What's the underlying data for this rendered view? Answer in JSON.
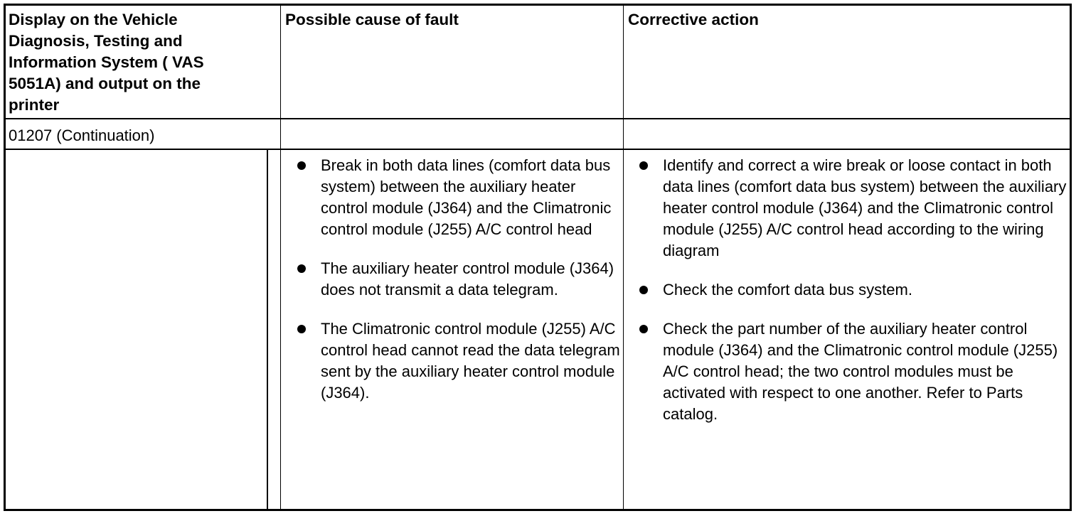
{
  "table": {
    "headers": {
      "display": "Display on the Vehicle Diagnosis, Testing and Information System ( VAS 5051A) and output on the printer",
      "cause": "Possible cause of fault",
      "action": "Corrective action"
    },
    "code_row": {
      "code": "01207 (Continuation)",
      "cause": "",
      "action": ""
    },
    "causes": [
      "Break in both data lines (comfort data bus system) between the auxiliary heater control module (J364) and the Climatronic control module (J255) A/C control head",
      "The auxiliary heater control module (J364) does not transmit a data telegram.",
      "The Climatronic control module (J255) A/C control head cannot read the data telegram sent by the auxiliary heater control module (J364)."
    ],
    "actions": [
      "Identify and correct a wire break or loose contact in both data lines (comfort data bus system) between the auxiliary heater control module (J364) and the Climatronic control module (J255) A/C control head according to the wiring diagram",
      "Check the comfort data bus system.",
      "Check the part number of the auxiliary heater control module (J364) and the Climatronic control module (J255) A/C control head; the two control modules must be activated with respect to one another. Refer to Parts catalog."
    ]
  }
}
